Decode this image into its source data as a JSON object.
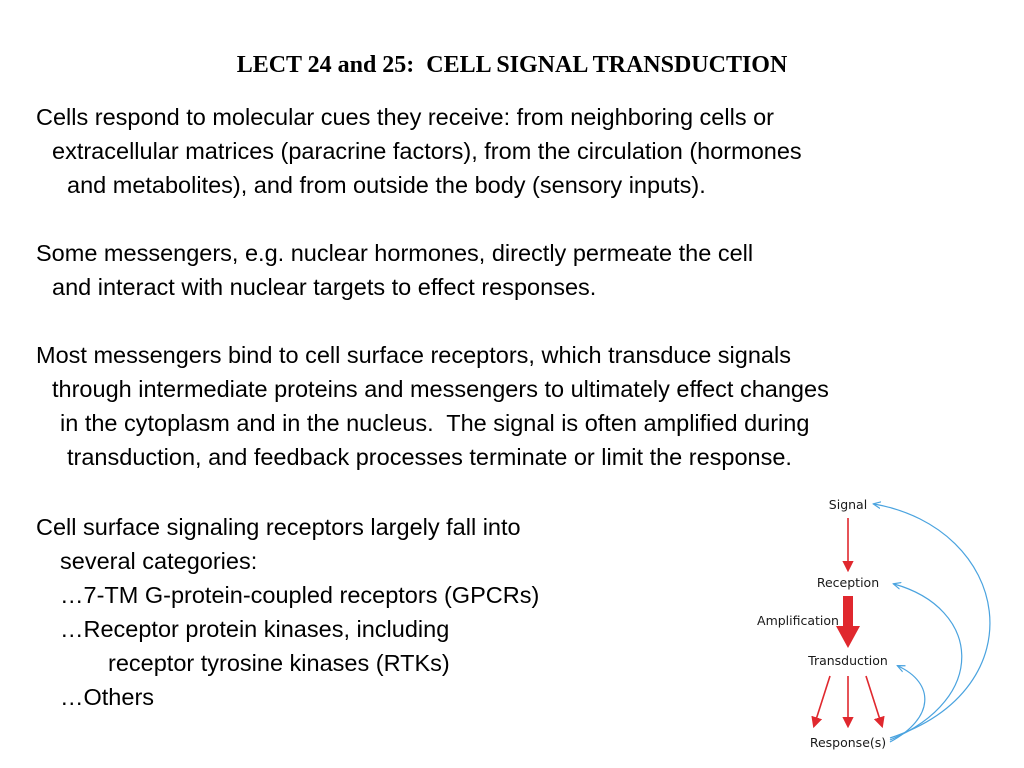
{
  "title": "LECT 24 and 25:  CELL SIGNAL TRANSDUCTION",
  "paragraphs": [
    {
      "lines": [
        "Cells respond to molecular cues they receive: from neighboring cells or",
        "extracellular matrices (paracrine factors), from the circulation (hormones",
        "and metabolites), and from outside the body (sensory inputs)."
      ]
    },
    {
      "lines": [
        "Some messengers, e.g. nuclear hormones, directly permeate the cell",
        "and interact with nuclear targets to effect responses."
      ]
    },
    {
      "lines": [
        "Most messengers bind to cell surface receptors, which transduce signals",
        "through intermediate proteins and messengers to ultimately effect changes",
        "in the cytoplasm and in the nucleus.  The signal is often amplified during",
        "transduction, and feedback processes terminate or limit the response."
      ]
    },
    {
      "lines": [
        "Cell surface signaling receptors largely fall into",
        "several categories:",
        "…7-TM G-protein-coupled receptors (GPCRs)",
        "…Receptor protein kinases, including",
        "receptor tyrosine kinases (RTKs)",
        "…Others"
      ]
    }
  ],
  "diagram": {
    "signal": "Signal",
    "reception": "Reception",
    "amplification": "Amplification",
    "transduction": "Transduction",
    "responses": "Response(s)",
    "colors": {
      "arrow": "#e0282e",
      "feedback": "#4aa3df"
    }
  }
}
